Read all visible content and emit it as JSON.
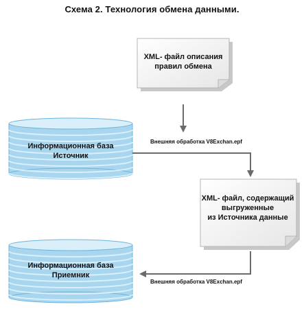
{
  "title": "Схема 2. Технология обмена данными.",
  "nodes": {
    "rules_file": {
      "lines": [
        "XML- файл описания",
        "правил обмена"
      ]
    },
    "source_db": {
      "lines": [
        "Информационная база",
        "Источник"
      ]
    },
    "data_file": {
      "lines": [
        "XML- файл, содержащий",
        "выгруженные",
        "из Источника данные"
      ]
    },
    "target_db": {
      "lines": [
        "Информационная база",
        "Приемник"
      ]
    }
  },
  "edges": {
    "export": {
      "label": "Внешняя обработка V8Exchan.epf"
    },
    "import": {
      "label": "Внешняя обработка V8Exchan.epf"
    }
  },
  "colors": {
    "db_fill": "#a9d6ef",
    "db_band": "#d9eff9",
    "db_edge": "#6fb3da",
    "doc_fill": "#f2f2f2",
    "doc_shadow": "#c8c8c8",
    "arrow": "#6a6a6a"
  }
}
